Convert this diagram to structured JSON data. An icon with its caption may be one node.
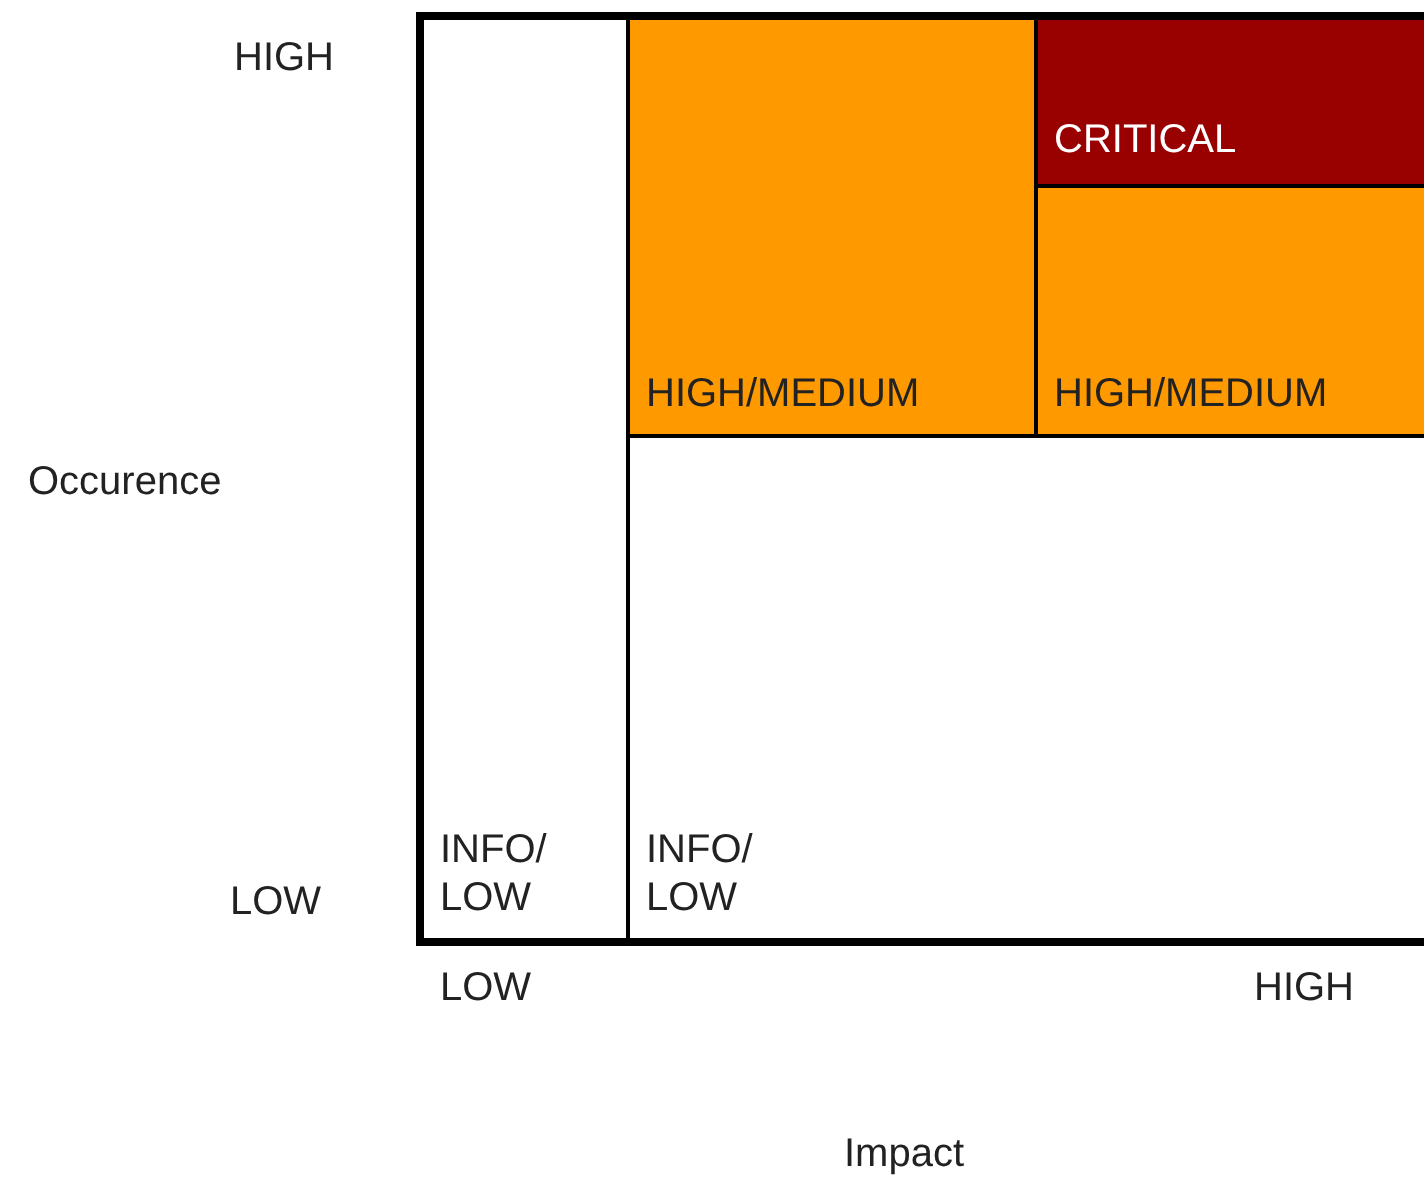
{
  "diagram": {
    "nodes": [
      {
        "text": [
          "INFO/ LOW"
        ]
      },
      {
        "text": [
          "HIGH/MEDIUM"
        ]
      },
      {
        "text": [
          "CRITICAL"
        ]
      },
      {
        "text": [
          "HIGH/MEDIUM"
        ]
      },
      {
        "text": [
          "INFO/ LOW"
        ]
      }
    ],
    "labels": [
      "HIGH",
      "Occurence",
      "LOW",
      "LOW",
      "HIGH",
      "Impact"
    ]
  }
}
